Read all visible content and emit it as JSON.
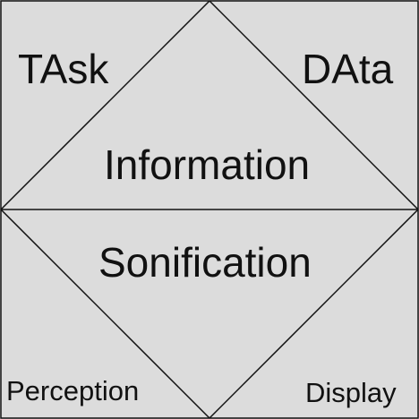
{
  "diagram": {
    "labels": {
      "task": "TAsk",
      "data": "DAta",
      "information": "Information",
      "sonification": "Sonification",
      "perception": "Perception",
      "display": "Display"
    },
    "colors": {
      "background": "#dcdcdc",
      "lines": "#111111",
      "text": "#111111"
    }
  }
}
